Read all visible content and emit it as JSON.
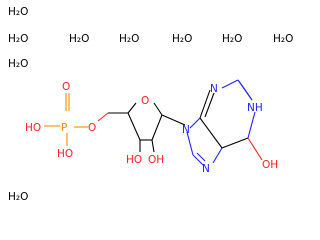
{
  "waters": [
    {
      "label": "H₂O"
    },
    {
      "label": "H₂O"
    },
    {
      "label": "H₂O"
    },
    {
      "label": "H₂O"
    },
    {
      "label": "H₂O"
    },
    {
      "label": "H₂O"
    },
    {
      "label": "H₂O"
    },
    {
      "label": "H₂O"
    },
    {
      "label": "H₂O"
    }
  ],
  "molecule": {
    "phosphate": {
      "p": "P",
      "o_double": "O",
      "oh_left": "HO",
      "oh_bottom": "HO",
      "o_link": "O"
    },
    "ribose": {
      "ring_o": "O",
      "oh_3": "HO",
      "oh_2": "OH"
    },
    "base": {
      "n9": "N",
      "n_top": "N",
      "n_right": "NH",
      "n7": "N",
      "oh": "OH"
    }
  },
  "colors": {
    "carbon": "#000000",
    "oxygen": "#ff2020",
    "phosphorus": "#ff8c00",
    "nitrogen": "#2020ff"
  }
}
